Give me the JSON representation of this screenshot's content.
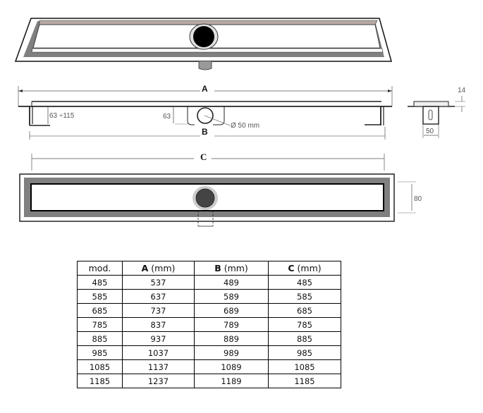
{
  "drawing": {
    "labels": {
      "A": "A",
      "B": "B",
      "C": "C"
    },
    "dimensions": {
      "adjustable_height": "63 ÷115",
      "outlet_height": "63",
      "outlet_diameter": "Ø 50 mm",
      "grate_height": "14",
      "channel_width": "50",
      "grate_width": "80"
    }
  },
  "table": {
    "headers": [
      {
        "bold": "",
        "unit": "mod."
      },
      {
        "bold": "A",
        "unit": " (mm)"
      },
      {
        "bold": "B",
        "unit": " (mm)"
      },
      {
        "bold": "C",
        "unit": " (mm)"
      }
    ],
    "rows": [
      [
        "485",
        "537",
        "489",
        "485"
      ],
      [
        "585",
        "637",
        "589",
        "585"
      ],
      [
        "685",
        "737",
        "689",
        "685"
      ],
      [
        "785",
        "837",
        "789",
        "785"
      ],
      [
        "885",
        "937",
        "889",
        "885"
      ],
      [
        "985",
        "1037",
        "989",
        "985"
      ],
      [
        "1085",
        "1137",
        "1089",
        "1085"
      ],
      [
        "1185",
        "1237",
        "1189",
        "1185"
      ]
    ]
  }
}
